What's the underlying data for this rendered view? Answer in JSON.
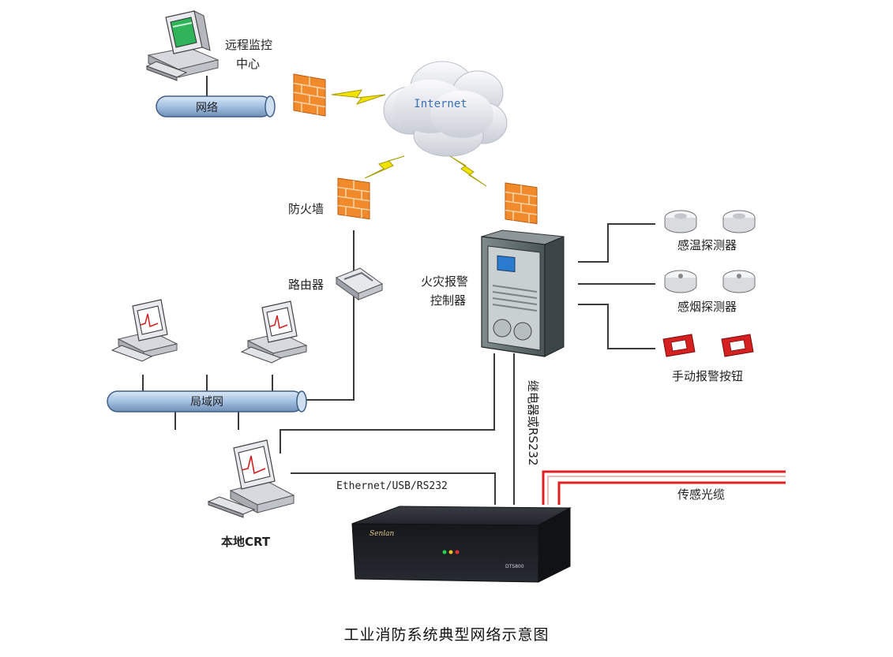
{
  "caption": "工业消防系统典型网络示意图",
  "labels": {
    "remote_center_line1": "远程监控",
    "remote_center_line2": "中心",
    "remote_network": "网络",
    "internet": "Internet",
    "firewall": "防火墙",
    "router": "路由器",
    "lan": "局域网",
    "local_crt": "本地CRT",
    "fire_panel_line1": "火灾报警",
    "fire_panel_line2": "控制器",
    "heat_detector": "感温探测器",
    "smoke_detector": "感烟探测器",
    "manual_button": "手动报警按钮",
    "relay_link": "继电器或RS232",
    "ethernet_link": "Ethernet/USB/RS232",
    "sensing_cable": "传感光缆",
    "device_brand": "Senlan",
    "device_model": "DTS800"
  },
  "colors": {
    "pipe": "#a9c4e4",
    "firewall": "#f08a2a",
    "lightning": "#f2e200",
    "cable": "#e02020",
    "panel": "#4e5b5e",
    "host_box": "#1d1f24"
  }
}
